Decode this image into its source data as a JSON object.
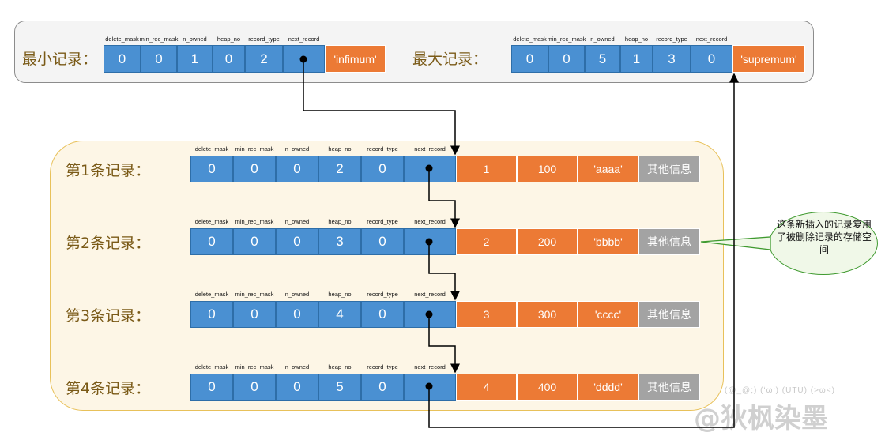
{
  "top": {
    "min_label": "最小记录：",
    "max_label": "最大记录：",
    "min_headers": [
      "delete_mask",
      "min_rec_mask",
      "n_owned",
      "heap_no",
      "record_type",
      "next_record"
    ],
    "min_values": [
      "0",
      "0",
      "1",
      "0",
      "2",
      ""
    ],
    "min_tail": "'infimum'",
    "max_headers": [
      "delete_mask",
      "min_rec_mask",
      "n_owned",
      "heap_no",
      "record_type",
      "next_record"
    ],
    "max_values": [
      "0",
      "0",
      "5",
      "1",
      "3",
      "0"
    ],
    "max_tail": "'supremum'"
  },
  "records": [
    {
      "label": "第1条记录：",
      "headers": [
        "delete_mask",
        "min_rec_mask",
        "n_owned",
        "heap_no",
        "record_type",
        "next_record"
      ],
      "values": [
        "0",
        "0",
        "0",
        "2",
        "0",
        ""
      ],
      "data": [
        "1",
        "100",
        "'aaaa'"
      ],
      "other": "其他信息"
    },
    {
      "label": "第2条记录：",
      "headers": [
        "delete_mask",
        "min_rec_mask",
        "n_owned",
        "heap_no",
        "record_type",
        "next_record"
      ],
      "values": [
        "0",
        "0",
        "0",
        "3",
        "0",
        ""
      ],
      "data": [
        "2",
        "200",
        "'bbbb'"
      ],
      "other": "其他信息"
    },
    {
      "label": "第3条记录：",
      "headers": [
        "delete_mask",
        "min_rec_mask",
        "n_owned",
        "heap_no",
        "record_type",
        "next_record"
      ],
      "values": [
        "0",
        "0",
        "0",
        "4",
        "0",
        ""
      ],
      "data": [
        "3",
        "300",
        "'cccc'"
      ],
      "other": "其他信息"
    },
    {
      "label": "第4条记录：",
      "headers": [
        "delete_mask",
        "min_rec_mask",
        "n_owned",
        "heap_no",
        "record_type",
        "next_record"
      ],
      "values": [
        "0",
        "0",
        "0",
        "5",
        "0",
        ""
      ],
      "data": [
        "4",
        "400",
        "'dddd'"
      ],
      "other": "其他信息"
    }
  ],
  "callout": "这条新插入的记录复用了被删除记录的存储空间",
  "watermark": {
    "faces": "(@_@;) (ʻωʻ) (UTU) (>ω<)",
    "text": "@狄枫染墨"
  },
  "colors": {
    "blue": "#4a90d2",
    "orange": "#ec7a35",
    "gray": "#a3a3a3",
    "frame": "#e8c15a"
  }
}
